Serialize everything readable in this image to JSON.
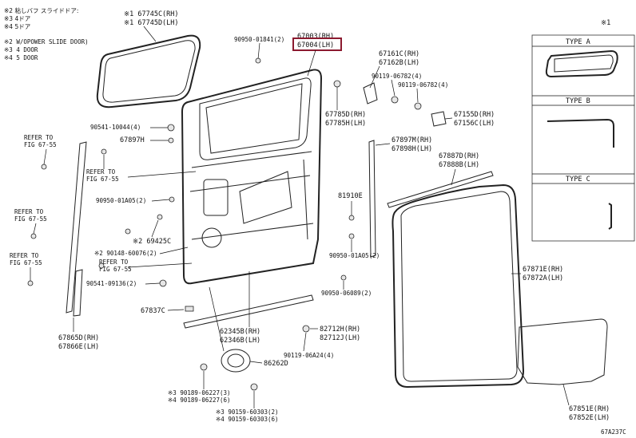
{
  "notes": {
    "n1": "※2 粘しバフ  スライドドア:",
    "n2": "※3 4ドア",
    "n3": "※4 5ドア",
    "n4": "※2 W/OPOWER SLIDE DOOR)",
    "n5": "※3 4 DOOR",
    "n6": "※4 5 DOOR"
  },
  "inset": {
    "marker": "※1",
    "type_a": "TYPE  A",
    "type_b": "TYPE  B",
    "type_c": "TYPE  C"
  },
  "highlight_color": "#8b1a2f",
  "labels": {
    "p67745c": "※1 67745C(RH)",
    "p67745d": "※1 67745D(LH)",
    "p90950_01841": "90950-01841(2)",
    "p67003": "67003(RH)",
    "p67004": "67004(LH)",
    "p67161c": "67161C(RH)",
    "p67162b": "67162B(LH)",
    "p90119_06782_a": "90119-06782(4)",
    "p90119_06782_b": "90119-06782(4)",
    "p67785d": "67785D(RH)",
    "p67785h": "67785H(LH)",
    "p67155d": "67155D(RH)",
    "p67156c": "67156C(LH)",
    "p90541_10044": "90541-10044(4)",
    "p67897h": "67897H",
    "refer1a": "REFER TO",
    "refer1b": "FIG 67-55",
    "refer2a": "REFER TO",
    "refer2b": "FIG 67-55",
    "refer3a": "REFER TO",
    "refer3b": "FIG 67-55",
    "refer4a": "REFER TO",
    "refer4b": "FIG 67-55",
    "refer5a": "REFER TO",
    "refer5b": "FIG 67-55",
    "p67897m": "67897M(RH)",
    "p67898h": "67898H(LH)",
    "p67887d": "67887D(RH)",
    "p67888b": "67888B(LH)",
    "p90950_01a05_a": "90950-01A05(2)",
    "p81910e": "81910E",
    "p69425c": "※2 69425C",
    "p90148_60076": "※2 90148-60076(2)",
    "p90950_01a05_b": "90950-01A05(2)",
    "p90541_09136": "90541-09136(2)",
    "p67871e": "67871E(RH)",
    "p67872a": "67872A(LH)",
    "p90950_06089": "90950-06089(2)",
    "p67837c": "67837C",
    "p67865d": "67865D(RH)",
    "p67866e": "67866E(LH)",
    "p62345b": "62345B(RH)",
    "p62346b": "62346B(LH)",
    "p82712h": "82712H(RH)",
    "p82712j": "82712J(LH)",
    "p90119_06a24": "90119-06A24(4)",
    "p86262d": "86262D",
    "p90189_a": "※3 90189-06227(3)",
    "p90189_b": "※4 90189-06227(6)",
    "p90159_a": "※3 90159-60303(2)",
    "p90159_b": "※4 90159-60303(6)",
    "p67851e": "67851E(RH)",
    "p67852e": "67852E(LH)"
  },
  "figure_code": "67A237C"
}
